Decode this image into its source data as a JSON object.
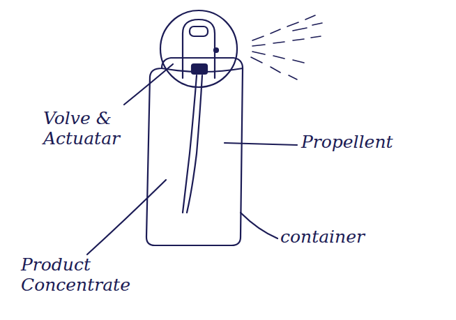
{
  "diagram": {
    "labels": [
      "Volve & Actuatar",
      "Propellent",
      "container",
      "Product Concentrate"
    ]
  }
}
